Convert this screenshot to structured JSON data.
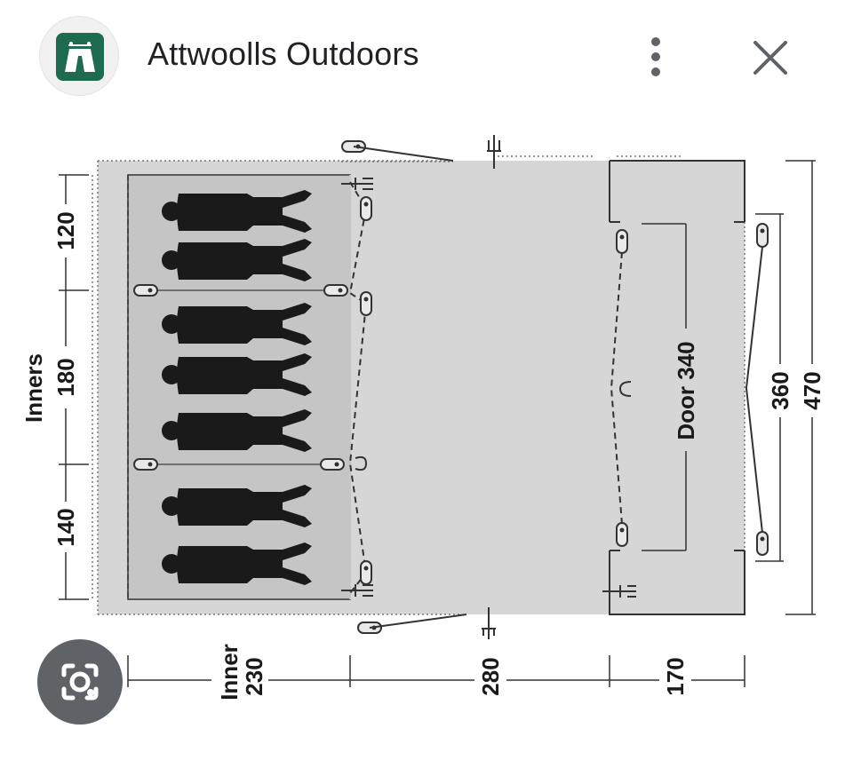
{
  "header": {
    "title": "Attwoolls Outdoors",
    "logo_icon": "tent-logo-icon",
    "menu_icon": "more-vert-icon",
    "close_icon": "close-icon"
  },
  "floorplan": {
    "inners_label": "Inners",
    "inner_segments": [
      "120",
      "180",
      "140"
    ],
    "door_label": "Door 340",
    "width_360": "360",
    "width_470": "470",
    "inner_label": "Inner",
    "length_inner": "230",
    "length_middle": "280",
    "length_porch": "170",
    "sleeping_figures": 7
  },
  "lens": {
    "icon": "lens-camera-icon"
  },
  "colors": {
    "brand_green": "#1e6b50",
    "tent_fill": "#d6d6d6",
    "inner_fill": "#c5c5c5",
    "figure_fill": "#1a1a1a",
    "lens_bg": "#5f6368"
  }
}
